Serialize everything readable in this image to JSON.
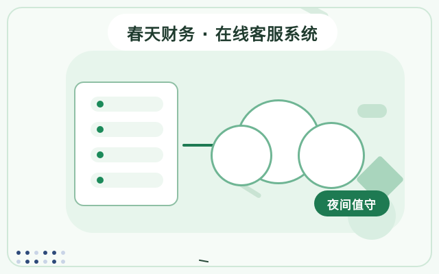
{
  "header": {
    "title": "春天财务 · 在线客服系统"
  },
  "badge": {
    "label": "夜间值守"
  },
  "colors": {
    "accent": "#1e7a52",
    "background": "#f6fbf7",
    "panel": "#e7f5ec"
  },
  "icons": [
    "list-dot-icon",
    "cloud-icon",
    "diamond-shape"
  ]
}
